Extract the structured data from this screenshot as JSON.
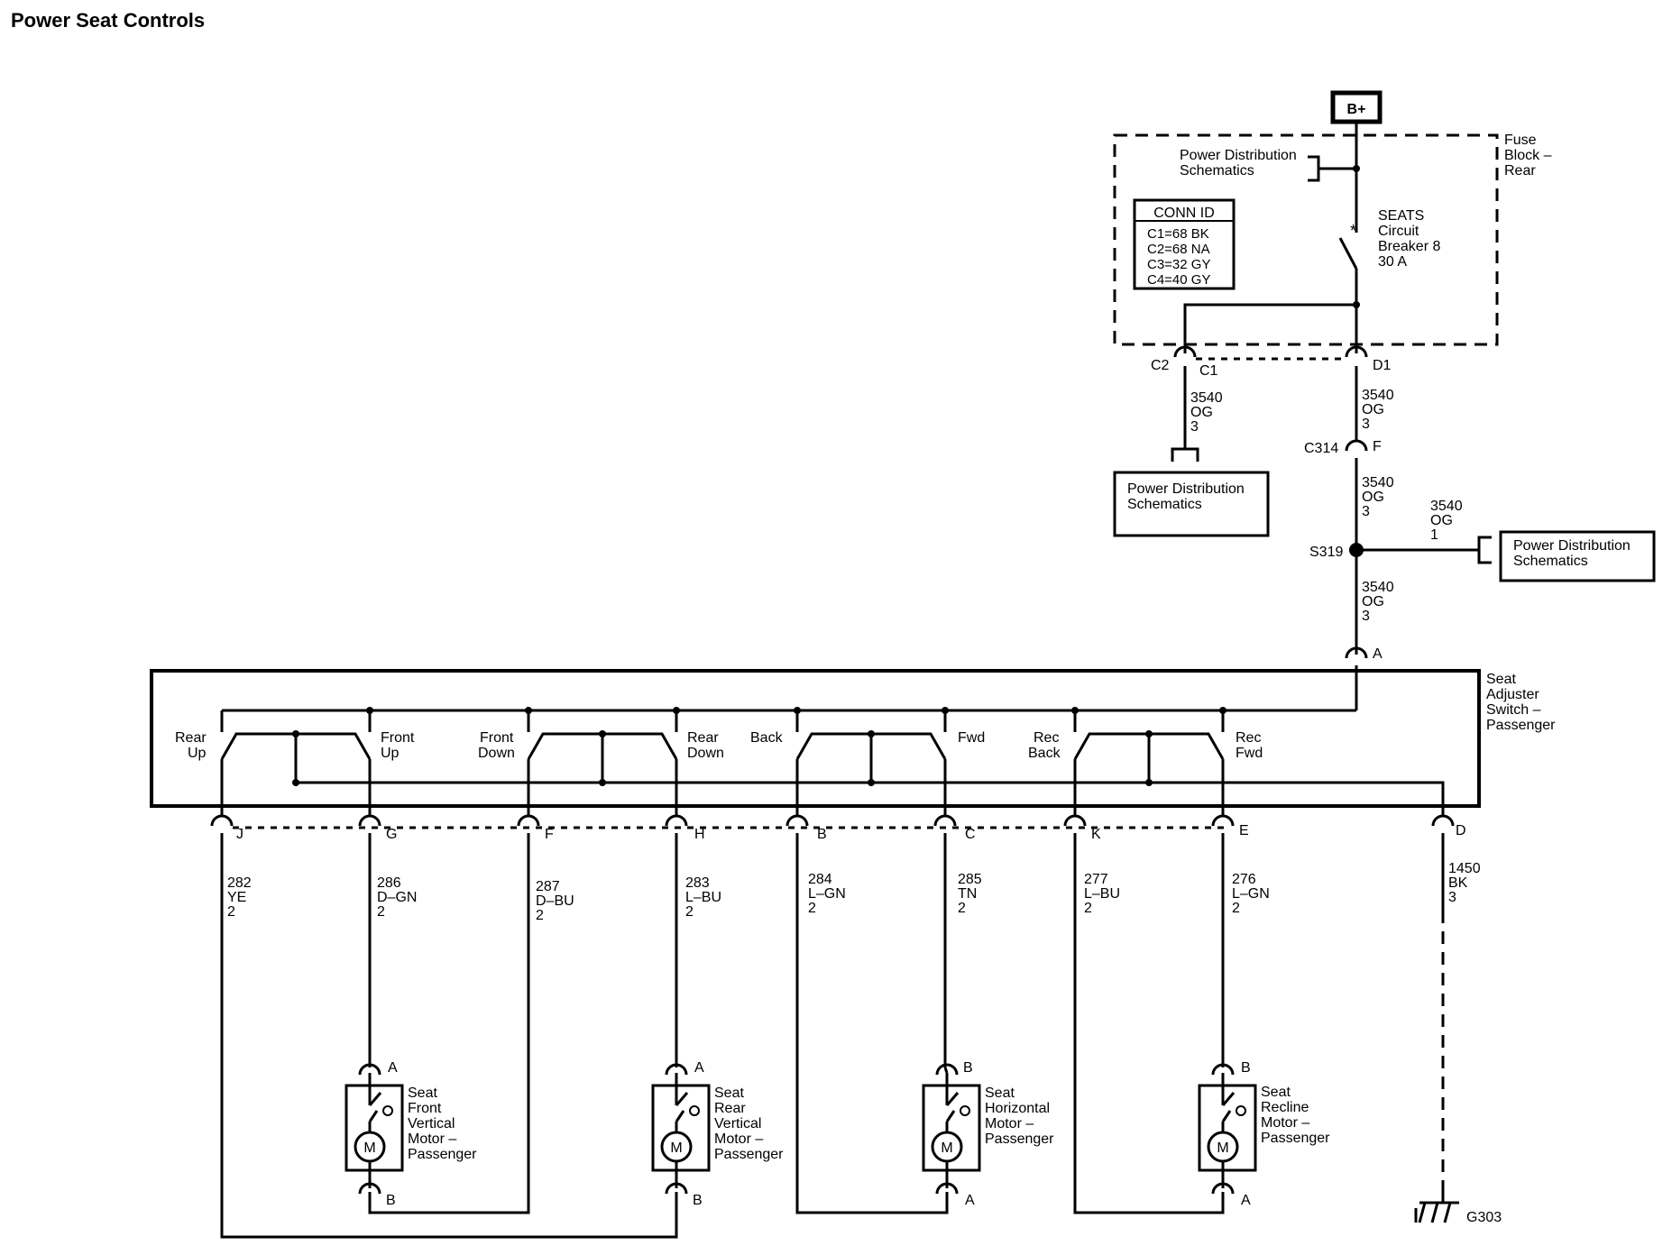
{
  "title": "Power Seat Controls",
  "battery": "B+",
  "fuse_block": {
    "label_lines": [
      "Fuse",
      "Block –",
      "Rear"
    ],
    "pds_ref_lines": [
      "Power Distribution",
      "Schematics"
    ],
    "conn_id": {
      "header": "CONN ID",
      "rows": [
        "C1=68 BK",
        "C2=68 NA",
        "C3=32 GY",
        "C4=40 GY"
      ]
    },
    "breaker_lines": [
      "SEATS",
      "Circuit",
      "Breaker 8",
      "30 A"
    ]
  },
  "connectors": {
    "c2": "C2",
    "c1": "C1",
    "d1": "D1",
    "c314": "C314",
    "f": "F",
    "s319": "S319",
    "switch_a": "A",
    "g303": "G303"
  },
  "wires": {
    "left_feed": [
      "3540",
      "OG",
      "3"
    ],
    "d1_c314": [
      "3540",
      "OG",
      "3"
    ],
    "c314_s319": [
      "3540",
      "OG",
      "3"
    ],
    "s319_branch": [
      "3540",
      "OG",
      "1"
    ],
    "s319_switch": [
      "3540",
      "OG",
      "3"
    ]
  },
  "pds_boxes": {
    "left": [
      "Power Distribution",
      "Schematics"
    ],
    "right": [
      "Power Distribution",
      "Schematics"
    ]
  },
  "switch": {
    "label_lines": [
      "Seat",
      "Adjuster",
      "Switch –",
      "Passenger"
    ],
    "positions": [
      [
        "Rear",
        "Up"
      ],
      [
        "Front",
        "Up"
      ],
      [
        "Front",
        "Down"
      ],
      [
        "Rear",
        "Down"
      ],
      [
        "Back"
      ],
      [
        "Fwd"
      ],
      [
        "Rec",
        "Back"
      ],
      [
        "Rec",
        "Fwd"
      ]
    ],
    "pins": [
      "J",
      "G",
      "F",
      "H",
      "B",
      "C",
      "K",
      "E",
      "D"
    ]
  },
  "circuits": [
    [
      "282",
      "YE",
      "2"
    ],
    [
      "286",
      "D–GN",
      "2"
    ],
    [
      "287",
      "D–BU",
      "2"
    ],
    [
      "283",
      "L–BU",
      "2"
    ],
    [
      "284",
      "L–GN",
      "2"
    ],
    [
      "285",
      "TN",
      "2"
    ],
    [
      "277",
      "L–BU",
      "2"
    ],
    [
      "276",
      "L–GN",
      "2"
    ],
    [
      "1450",
      "BK",
      "3"
    ]
  ],
  "motors": [
    {
      "top_pin": "A",
      "bottom_pin": "B",
      "symbol": "M",
      "label_lines": [
        "Seat",
        "Front",
        "Vertical",
        "Motor –",
        "Passenger"
      ]
    },
    {
      "top_pin": "A",
      "bottom_pin": "B",
      "symbol": "M",
      "label_lines": [
        "Seat",
        "Rear",
        "Vertical",
        "Motor –",
        "Passenger"
      ]
    },
    {
      "top_pin": "B",
      "bottom_pin": "A",
      "symbol": "M",
      "label_lines": [
        "Seat",
        "Horizontal",
        "Motor –",
        "Passenger"
      ]
    },
    {
      "top_pin": "B",
      "bottom_pin": "A",
      "symbol": "M",
      "label_lines": [
        "Seat",
        "Recline",
        "Motor –",
        "Passenger"
      ]
    }
  ]
}
